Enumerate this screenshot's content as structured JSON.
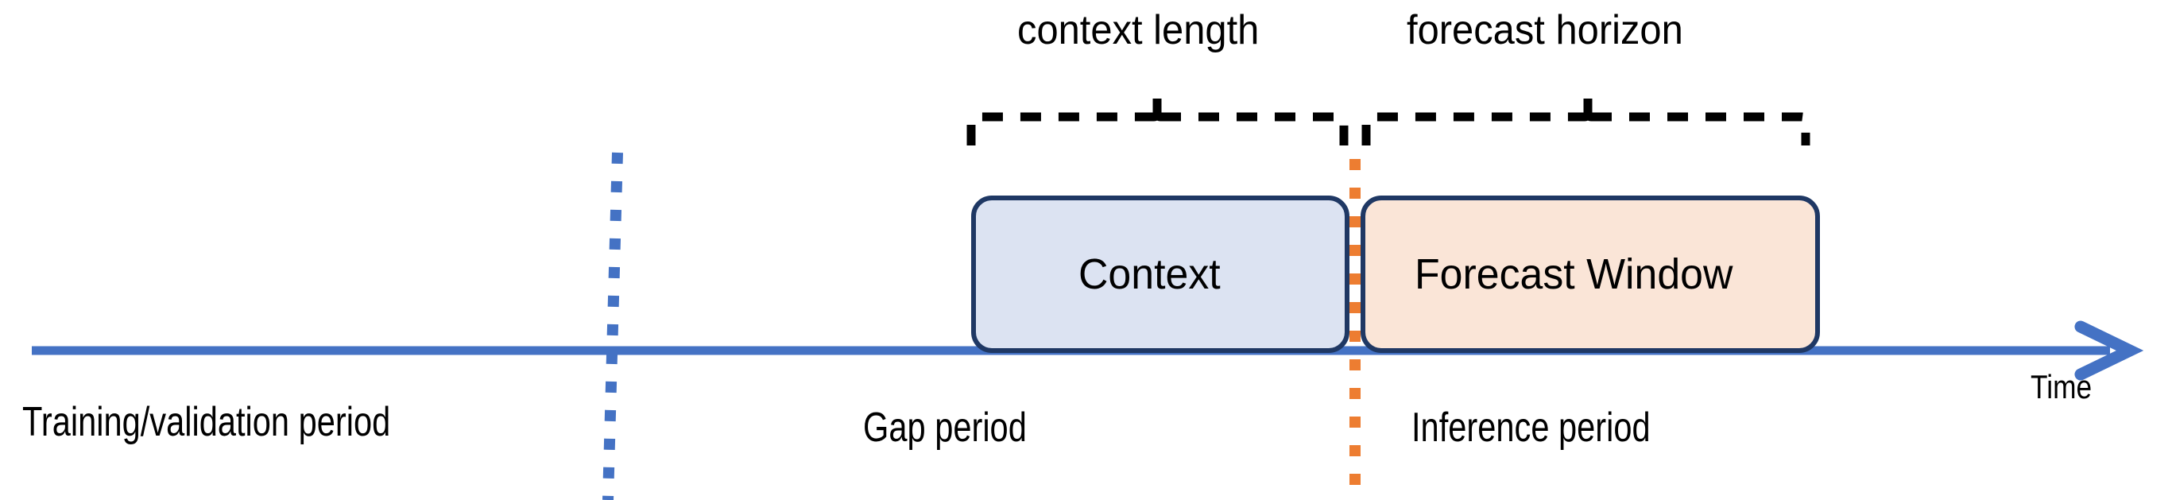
{
  "diagram": {
    "title_axis": "Time",
    "axis": {
      "label": "Time",
      "color": "#4472C4"
    },
    "brackets": [
      {
        "id": "context-length",
        "label": "context length"
      },
      {
        "id": "forecast-horizon",
        "label": "forecast horizon"
      }
    ],
    "boxes": [
      {
        "id": "context-box",
        "label": "Context",
        "fill": "#DCE3F2",
        "stroke": "#1F3864"
      },
      {
        "id": "forecast-window-box",
        "label": "Forecast Window",
        "fill": "#FAE5D7",
        "stroke": "#1F3864"
      }
    ],
    "periods": [
      {
        "id": "training-validation-period",
        "label": "Training/validation period"
      },
      {
        "id": "gap-period",
        "label": "Gap period"
      },
      {
        "id": "inference-period",
        "label": "Inference period"
      }
    ],
    "dividers": [
      {
        "id": "training-gap-divider",
        "color": "#4472C4",
        "style": "dotted"
      },
      {
        "id": "gap-inference-divider",
        "color": "#ED7D31",
        "style": "dotted"
      }
    ],
    "colors": {
      "timeline": "#4472C4",
      "blue_divider": "#4472C4",
      "orange_divider": "#ED7D31",
      "box_stroke": "#1F3864",
      "context_fill": "#DCE3F2",
      "forecast_fill": "#FAE5D7",
      "bracket": "#000000",
      "text": "#000000"
    }
  }
}
